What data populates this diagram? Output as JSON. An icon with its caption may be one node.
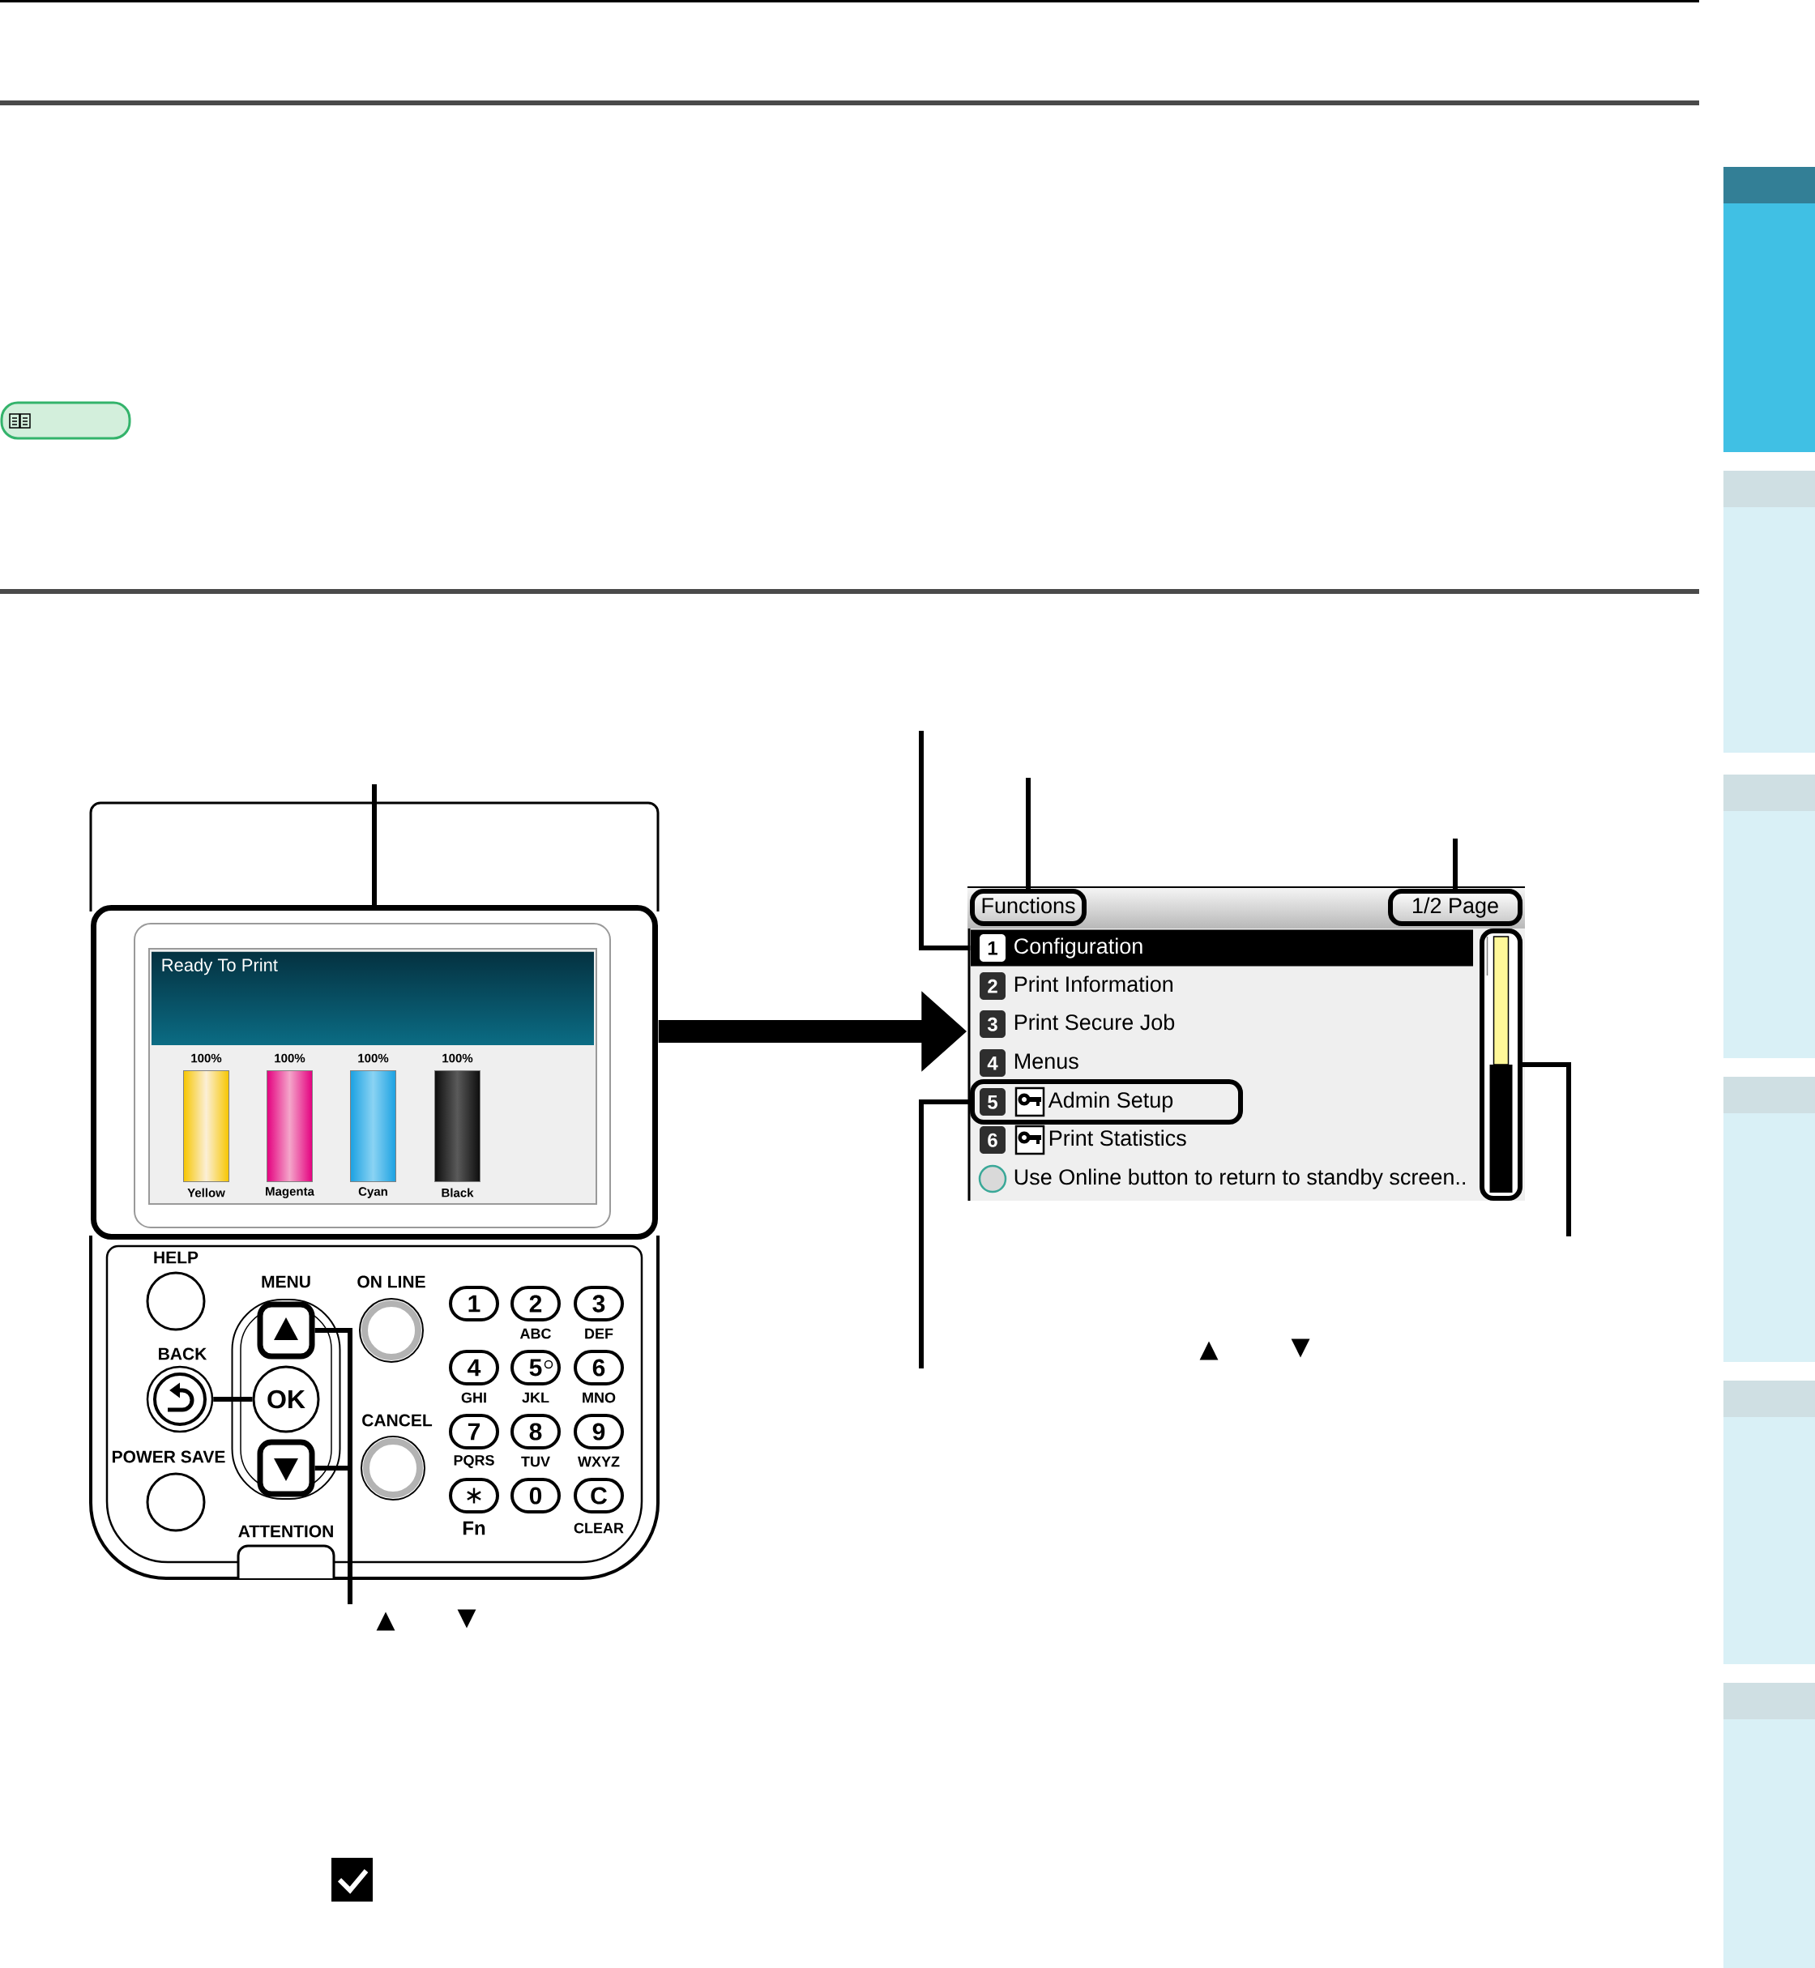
{
  "diagram": {
    "nodes": [
      {
        "text": [],
        "shape": "picture"
      },
      {
        "text": [],
        "shape": "box",
        "in": 0
      },
      {
        "text": [
          "Ready To Print"
        ],
        "in": 1
      },
      {
        "text": [
          "100%",
          "Yellow"
        ],
        "in": 2
      },
      {
        "text": [
          "100%",
          "Magenta"
        ],
        "in": 2
      },
      {
        "text": [
          "100%",
          "Cyan"
        ],
        "in": 2
      },
      {
        "text": [
          "100%",
          "Black"
        ],
        "in": 2
      },
      {
        "text": [
          "HELP"
        ],
        "in": 0
      },
      {
        "text": [
          "BACK"
        ],
        "in": 0
      },
      {
        "text": [
          "POWER SAVE"
        ],
        "in": 0
      },
      {
        "text": [
          "MENU"
        ],
        "in": 0
      },
      {
        "text": [],
        "shape": "box",
        "in": 10
      },
      {
        "text": [
          "OK"
        ],
        "in": 10
      },
      {
        "text": [],
        "shape": "box",
        "in": 10
      },
      {
        "text": [
          "ON LINE"
        ],
        "in": 0
      },
      {
        "text": [
          "CANCEL"
        ],
        "in": 0
      },
      {
        "text": [
          "1"
        ],
        "in": 0
      },
      {
        "text": [
          "2",
          "ABC"
        ],
        "in": 0
      },
      {
        "text": [
          "3",
          "DEF"
        ],
        "in": 0
      },
      {
        "text": [
          "4",
          "GHI"
        ],
        "in": 0
      },
      {
        "text": [
          "5",
          "JKL"
        ],
        "in": 0
      },
      {
        "text": [
          "6",
          "MNO"
        ],
        "in": 0
      },
      {
        "text": [
          "7",
          "PQRS"
        ],
        "in": 0
      },
      {
        "text": [
          "8",
          "TUV"
        ],
        "in": 0
      },
      {
        "text": [
          "9",
          "WXYZ"
        ],
        "in": 0
      },
      {
        "text": [
          "∗",
          "Fn"
        ],
        "in": 0
      },
      {
        "text": [
          "0"
        ],
        "in": 0
      },
      {
        "text": [
          "C",
          "CLEAR"
        ],
        "in": 0
      },
      {
        "text": [
          "ATTENTION"
        ],
        "in": 0
      },
      {
        "text": [],
        "shape": "box"
      },
      {
        "text": [
          "Functions"
        ],
        "in": 29
      },
      {
        "text": [
          "1/2 Page"
        ],
        "in": 29
      },
      {
        "text": [
          "1",
          "Configuration"
        ],
        "in": 29
      },
      {
        "text": [
          "2",
          "Print Information"
        ],
        "in": 29
      },
      {
        "text": [
          "3",
          "Print Secure Job"
        ],
        "in": 29
      },
      {
        "text": [
          "4",
          "Menus"
        ],
        "in": 29
      },
      {
        "text": [
          "5",
          "Admin Setup"
        ],
        "in": 29
      },
      {
        "text": [
          "6",
          "Print Statistics"
        ],
        "in": 29
      },
      {
        "text": [
          "Use Online button to return to standby screen.."
        ],
        "in": 29
      },
      {
        "text": [],
        "shape": "bar",
        "in": 29
      }
    ],
    "edges": [
      {
        "from": null,
        "to": 1,
        "arrow": "none"
      },
      {
        "from": 8,
        "to": 12,
        "arrow": "none"
      },
      {
        "from": null,
        "to": 11,
        "arrow": "none"
      },
      {
        "from": null,
        "to": 13,
        "arrow": "none"
      },
      {
        "from": 0,
        "to": 29,
        "arrow": "to",
        "style": "thick"
      },
      {
        "from": null,
        "to": 32,
        "arrow": "none"
      },
      {
        "from": null,
        "to": 30,
        "arrow": "none"
      },
      {
        "from": null,
        "to": 31,
        "arrow": "none"
      },
      {
        "from": null,
        "to": 36,
        "arrow": "none"
      },
      {
        "from": null,
        "to": 39,
        "arrow": "none"
      }
    ],
    "labels": [
      "▲",
      "▼",
      "▲",
      "▼"
    ]
  }
}
